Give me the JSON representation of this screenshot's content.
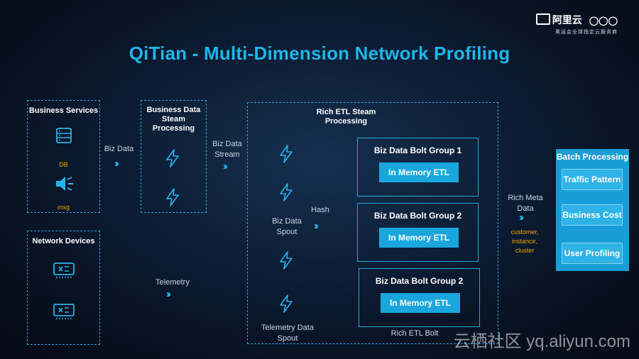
{
  "brand": {
    "name": "阿里云",
    "tagline": "奥运会全球指定云服务商"
  },
  "title": "QiTian - Multi-Dimension Network Profiling",
  "business_services": {
    "title": "Business Services",
    "db_label": "DB",
    "msg_label": "msg"
  },
  "network_devices": {
    "title": "Network Devices"
  },
  "business_stream": {
    "title": "Business Data Steam Processing"
  },
  "rich_etl": {
    "title": "Rich ETL Steam Processing"
  },
  "groups": [
    {
      "title": "Biz Data Bolt Group 1",
      "etl": "In Memory ETL"
    },
    {
      "title": "Biz Data Bolt Group 2",
      "etl": "In Memory ETL"
    },
    {
      "title": "Biz Data Bolt Group 2",
      "etl": "In Memory ETL"
    }
  ],
  "labels": {
    "biz_data": "Biz Data",
    "biz_data_stream": "Biz Data Stream",
    "telemetry": "Telemetry",
    "biz_data_spout": "Biz Data Spout",
    "hash": "Hash",
    "telemetry_data_spout": "Telemetry Data Spout",
    "rich_etl_bolt": "Rich ETL Bolt",
    "rich_meta_data": "Rich Meta Data",
    "meta_fields": "customer, instance, cluster"
  },
  "batch": {
    "title": "Batch Processing",
    "items": [
      "Traffic Pattern",
      "Business Cost",
      "User Profiling"
    ]
  },
  "watermark": "云栖社区 yq.aliyun.com",
  "accent_color": "#1fb6e8"
}
